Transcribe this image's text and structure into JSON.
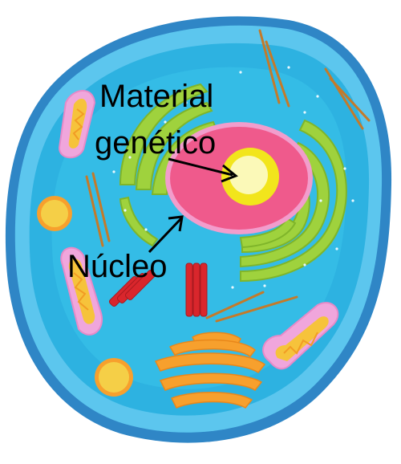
{
  "labels": {
    "genetic_material_line1": "Material",
    "genetic_material_line2": "genético",
    "nucleus": "Núcleo"
  },
  "colors": {
    "cell_membrane_outer": "#2f86c6",
    "cell_membrane": "#5cc6ee",
    "cytoplasm": "#2db2e1",
    "cytoplasm_inner": "#34bce6",
    "nucleus_rim": "#f29dcc",
    "nucleus": "#ef5a8c",
    "nucleolus_outer": "#f2e51c",
    "nucleolus_inner": "#fbf9b8",
    "endoplasmic_reticulum": "#9fd23d",
    "mitochondria_outer": "#f0a6dc",
    "mitochondria_inner": "#f6c33b",
    "golgi": "#f7a02d",
    "centrioles": "#d9262c",
    "lysosome": "#f5cf47",
    "cytoskeleton": "#c47a2a",
    "arrow": "#000000"
  }
}
